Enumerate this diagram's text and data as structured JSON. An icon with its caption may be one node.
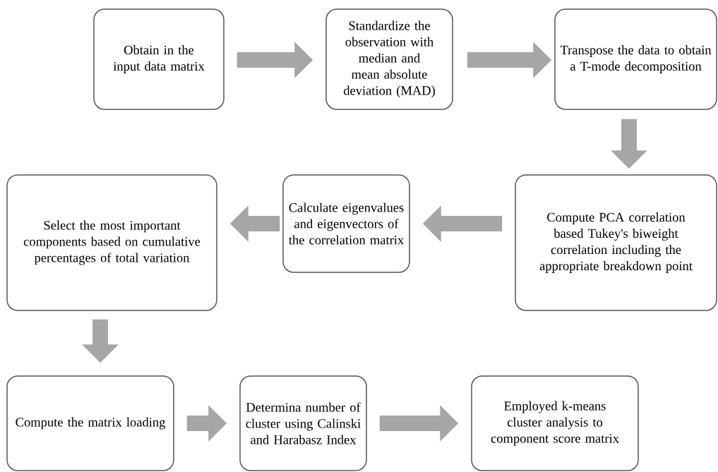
{
  "diagram": {
    "nodes": [
      {
        "text": [
          "Obtain in the input data matrix"
        ]
      },
      {
        "text": [
          "Standardize the observation with median and mean absolute deviation (MAD)"
        ]
      },
      {
        "text": [
          "Transpose the data to obtain a T-mode decomposition"
        ]
      },
      {
        "text": [
          "Compute PCA correlation based Tukey's biweight correlation including the appropriate breakdown point"
        ]
      },
      {
        "text": [
          "Calculate eigenvalues and eigenvectors of the correlation matrix"
        ]
      },
      {
        "text": [
          "Select the most important components based on cumulative percentages of total variation"
        ]
      },
      {
        "text": [
          "Compute the matrix loading"
        ]
      },
      {
        "text": [
          "Determina number of cluster using Calinski and Harabasz Index"
        ]
      },
      {
        "text": [
          "Employed k-means cluster analysis to component score matrix"
        ]
      }
    ],
    "edges": [
      {
        "from": 0,
        "to": 1,
        "arrow": "to"
      },
      {
        "from": 1,
        "to": 2,
        "arrow": "to"
      },
      {
        "from": 2,
        "to": 3,
        "arrow": "to"
      },
      {
        "from": 3,
        "to": 4,
        "arrow": "to"
      },
      {
        "from": 4,
        "to": 5,
        "arrow": "to"
      },
      {
        "from": 5,
        "to": 6,
        "arrow": "to"
      },
      {
        "from": 6,
        "to": 7,
        "arrow": "to"
      },
      {
        "from": 7,
        "to": 8,
        "arrow": "to"
      }
    ]
  }
}
